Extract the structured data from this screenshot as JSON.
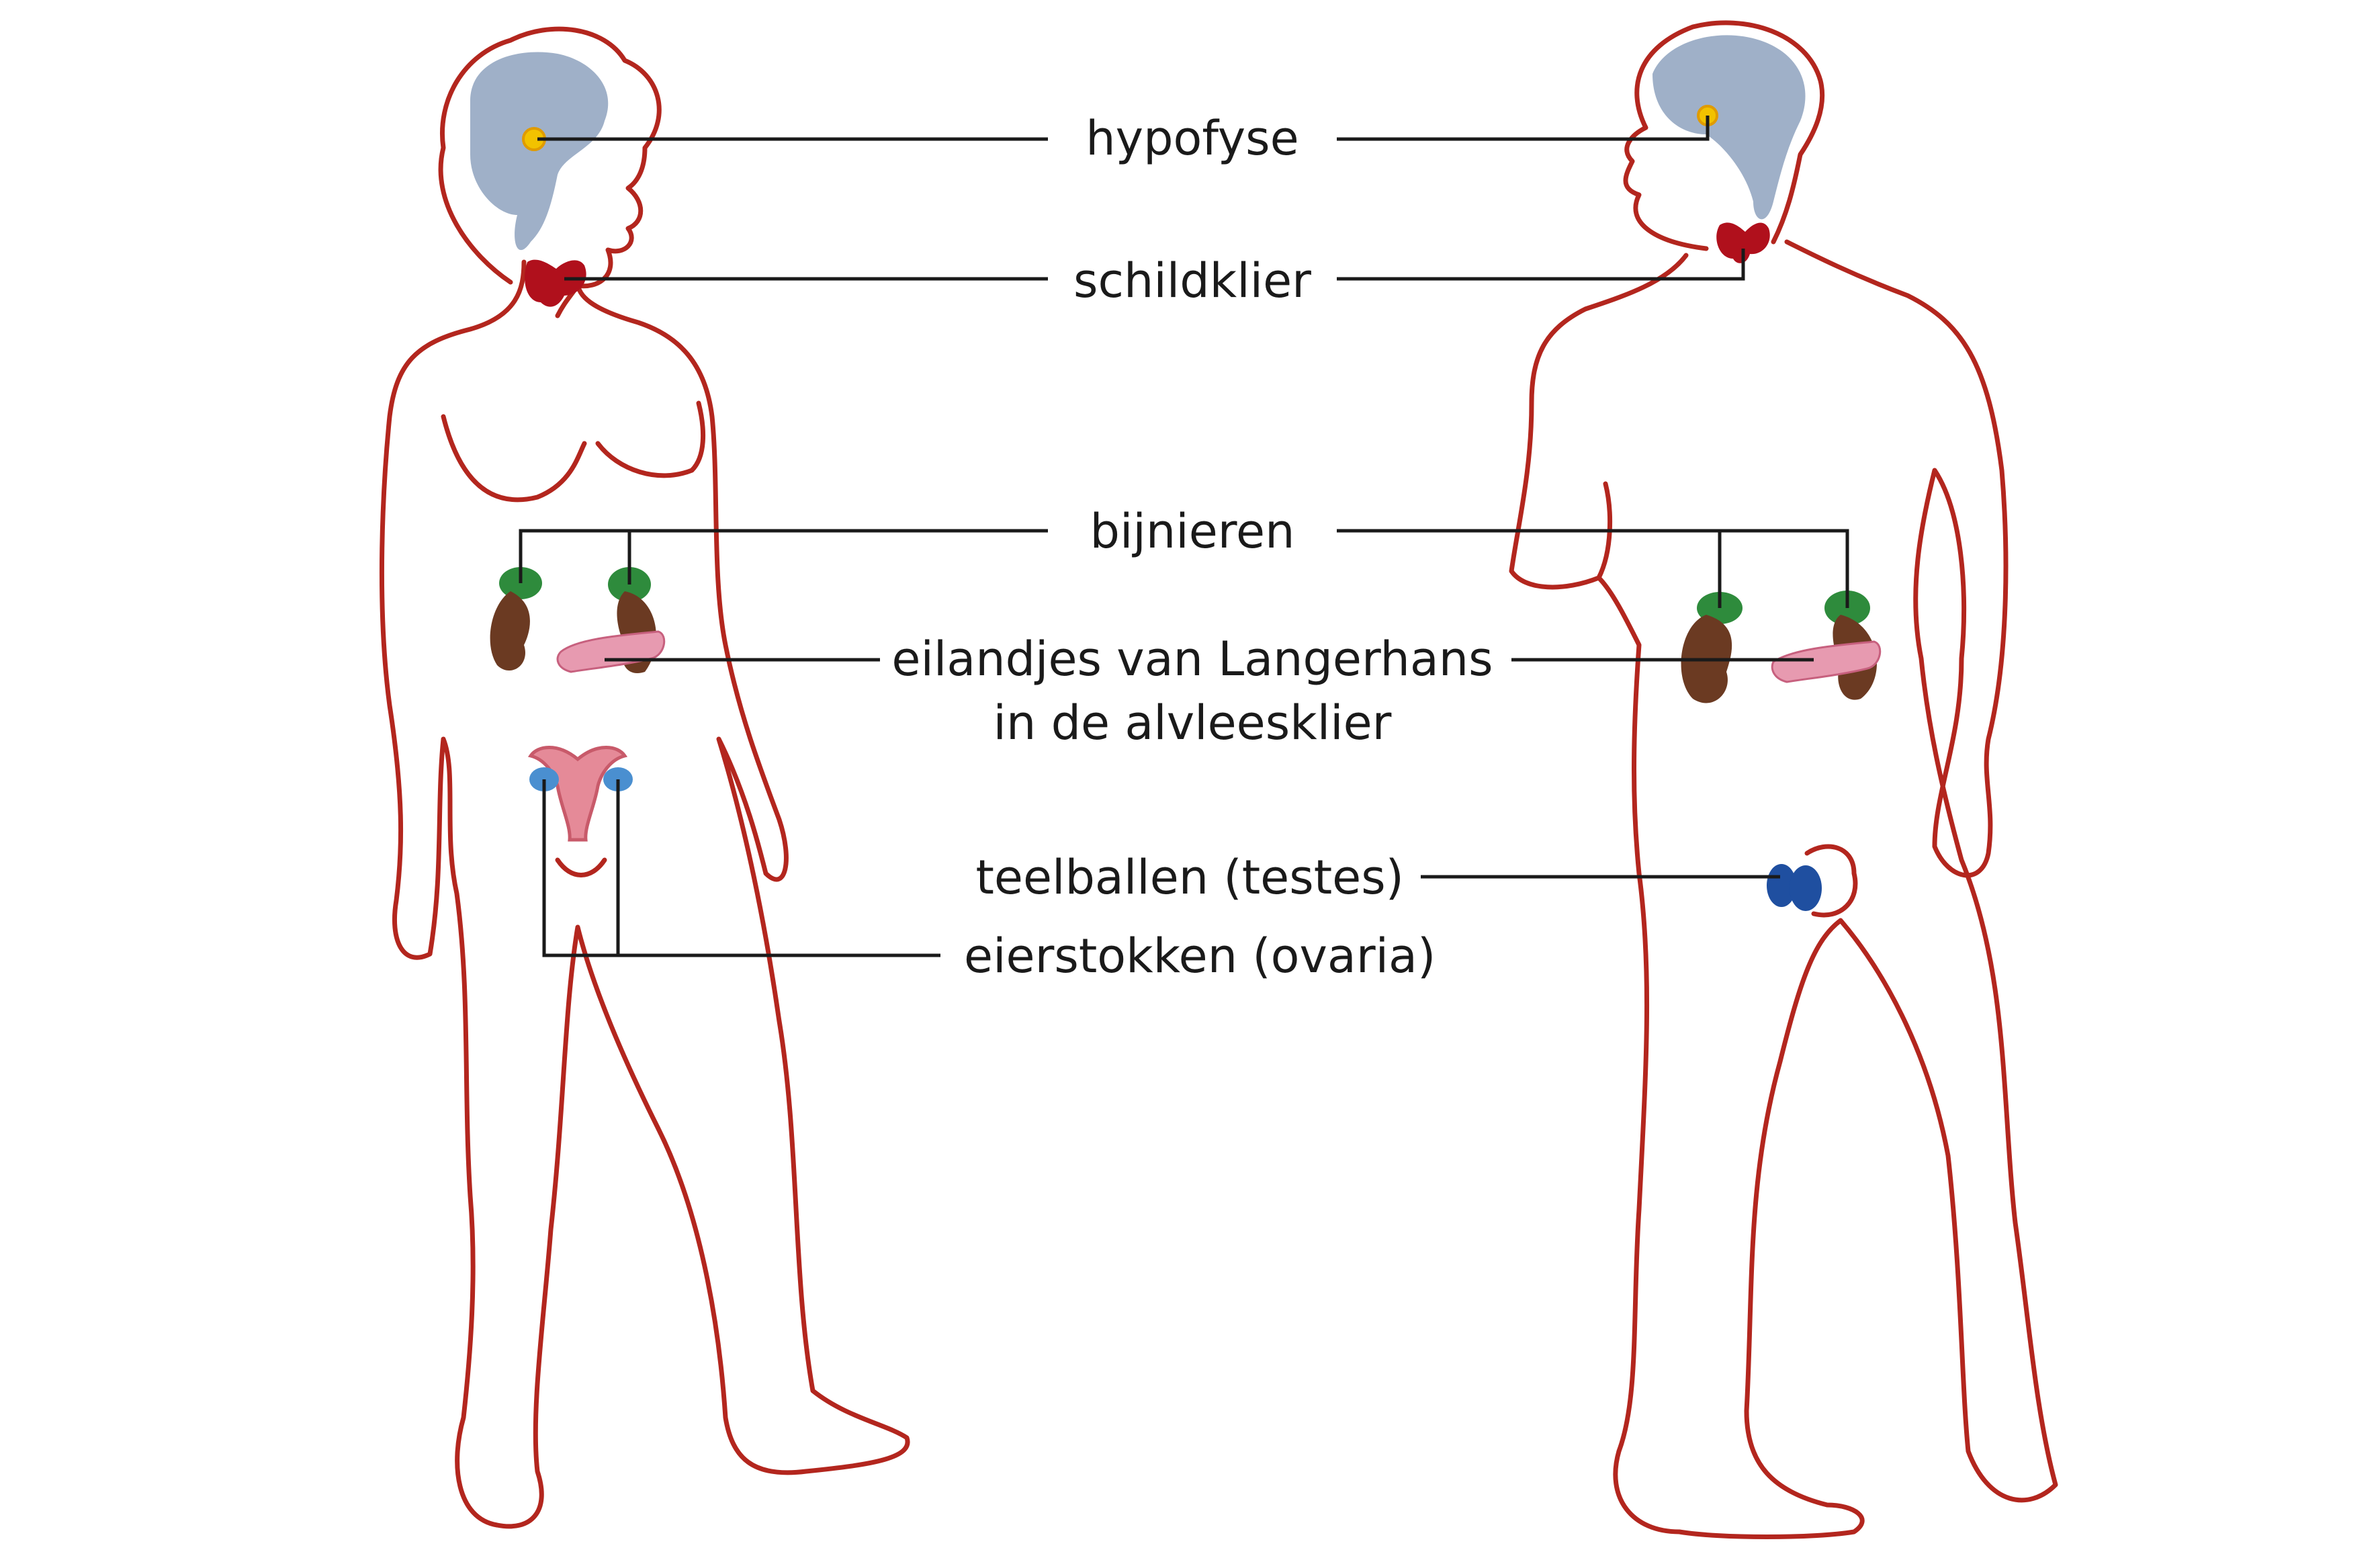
{
  "labels": {
    "hypofyse": "hypofyse",
    "schildklier": "schildklier",
    "bijnieren": "bijnieren",
    "langerhans_line1": "eilandjes van Langerhans",
    "langerhans_line2": "in de alvleesklier",
    "teelballen": "teelballen (testes)",
    "eierstokken": "eierstokken (ovaria)"
  },
  "colors": {
    "body_outline": "#b3261e",
    "brain": "#9fb0c8",
    "pituitary": "#f2c200",
    "thyroid": "#b0101c",
    "adrenal": "#2e8b3c",
    "kidney": "#6b3a22",
    "pancreas": "#e79ab0",
    "uterus": "#e58a98",
    "ovary": "#4a8fd0",
    "testes": "#1f4fa0"
  }
}
